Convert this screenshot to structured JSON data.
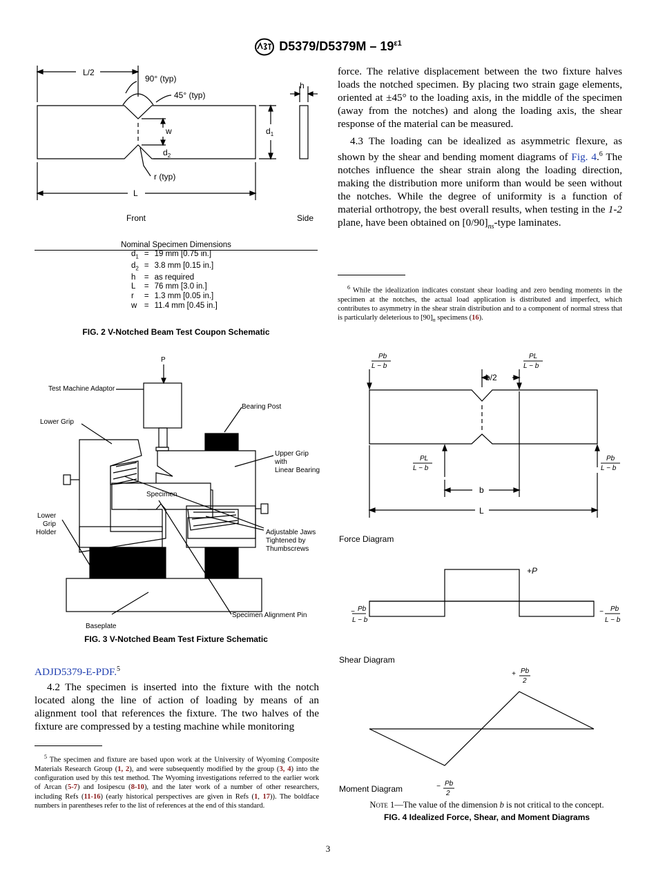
{
  "header": {
    "designation": "D5379/D5379M – 19",
    "superscript": "ε1"
  },
  "fig2": {
    "caption": "FIG. 2  V-Notched Beam Test Coupon Schematic",
    "labels": {
      "half_length": "L/2",
      "angle90": "90° (typ)",
      "angle45": "45° (typ)",
      "h": "h",
      "w": "w",
      "d1": "d",
      "d1_sub": "1",
      "d2": "d",
      "d2_sub": "2",
      "r": "r (typ)",
      "L": "L",
      "front": "Front",
      "side": "Side"
    },
    "table_title": "Nominal Specimen Dimensions",
    "rows": [
      {
        "sym": "d",
        "sub": "1",
        "eq": "=",
        "val": "19 mm [0.75 in.]"
      },
      {
        "sym": "d",
        "sub": "2",
        "eq": "=",
        "val": "3.8 mm [0.15 in.]"
      },
      {
        "sym": "h",
        "sub": "",
        "eq": "=",
        "val": "as required"
      },
      {
        "sym": "L",
        "sub": "",
        "eq": "=",
        "val": "76 mm [3.0 in.]"
      },
      {
        "sym": "r",
        "sub": "",
        "eq": "=",
        "val": "1.3 mm [0.05 in.]"
      },
      {
        "sym": "w",
        "sub": "",
        "eq": "=",
        "val": "11.4 mm [0.45 in.]"
      }
    ]
  },
  "fig3": {
    "caption": "FIG. 3  V-Notched Beam Test Fixture Schematic",
    "labels": {
      "p": "P",
      "adaptor": "Test Machine Adaptor",
      "bearing_post": "Bearing Post",
      "lower_grip": "Lower Grip",
      "upper_grip_1": "Upper Grip",
      "upper_grip_2": "with",
      "upper_grip_3": "Linear Bearing",
      "specimen": "Specimen",
      "lower_grip_holder_1": "Lower",
      "lower_grip_holder_2": "Grip",
      "lower_grip_holder_3": "Holder",
      "jaws_1": "Adjustable Jaws",
      "jaws_2": "Tightened by",
      "jaws_3": "Thumbscrews",
      "alignment_pin": "Specimen Alignment Pin",
      "baseplate": "Baseplate"
    }
  },
  "left_text": {
    "link": "ADJD5379-E-PDF.",
    "link_sup": "5",
    "para_4_2": "4.2 The specimen is inserted into the fixture with the notch located along the line of action of loading by means of an alignment tool that references the fixture. The two halves of the fixture are compressed by a testing machine while monitoring"
  },
  "footnote5": {
    "mark": "5",
    "segments": [
      {
        "t": "The specimen and fixture are based upon work at the University of Wyoming Composite Materials Research Group (",
        "r": false
      },
      {
        "t": "1, 2",
        "r": true
      },
      {
        "t": "), and were subsequently modified by the group (",
        "r": false
      },
      {
        "t": "3, 4",
        "r": true
      },
      {
        "t": ") into the configuration used by this test method. The Wyoming investigations referred to the earlier work of Arcan (",
        "r": false
      },
      {
        "t": "5-7",
        "r": true
      },
      {
        "t": ") and Iosipescu (",
        "r": false
      },
      {
        "t": "8-10",
        "r": true
      },
      {
        "t": "), and the later work of a number of other researchers, including Refs (",
        "r": false
      },
      {
        "t": "11-16",
        "r": true
      },
      {
        "t": ") (early historical perspectives are given in Refs (",
        "r": false
      },
      {
        "t": "1",
        "r": true
      },
      {
        "t": ", ",
        "r": false
      },
      {
        "t": "17",
        "r": true
      },
      {
        "t": ")). The boldface numbers in parentheses refer to the list of references at the end of this standard.",
        "r": false
      }
    ]
  },
  "right_text": {
    "para_cont": "force. The relative displacement between the two fixture halves loads the notched specimen. By placing two strain gage elements, oriented at ±45° to the loading axis, in the middle of the specimen (away from the notches) and along the loading axis, the shear response of the material can be measured.",
    "p43_a": "4.3 The loading can be idealized as asymmetric flexure, as shown by the shear and bending moment diagrams of ",
    "p43_link": "Fig. 4",
    "p43_sup": "6",
    "p43_b": " The notches influence the shear strain along the loading direction, making the distribution more uniform than would be seen without the notches. While the degree of uniformity is a function of material orthotropy, the best overall results, when testing in the ",
    "p43_it": "1-2",
    "p43_c": " plane, have been obtained on [0/90]",
    "p43_sub": "ns",
    "p43_d": "-type laminates."
  },
  "footnote6": {
    "mark": "6",
    "text_a": "While the idealization indicates constant shear loading and zero bending moments in the specimen at the notches, the actual load application is distributed and imperfect, which contributes to asymmetry in the shear strain distribution and to a component of normal stress that is particularly deleterious to [90]",
    "sub": "n",
    "text_b": " specimens (",
    "ref": "16",
    "text_c": ")."
  },
  "fig4": {
    "caption": "FIG. 4 Idealized Force, Shear, and Moment Diagrams",
    "note_label": "Note 1",
    "note_a": "—The value of the dimension ",
    "note_b": "b",
    "note_c": " is not critical to the concept.",
    "labels": {
      "pb_num": "Pb",
      "pl_num": "PL",
      "den": "L − b",
      "half_b": "b/2",
      "b": "b",
      "L": "L",
      "force_title": "Force Diagram",
      "shear_title": "Shear Diagram",
      "moment_title": "Moment Diagram",
      "plus_p": "+P",
      "pb2_num": "Pb",
      "two": "2",
      "plus": "+",
      "minus": "−"
    }
  },
  "page_number": "3"
}
